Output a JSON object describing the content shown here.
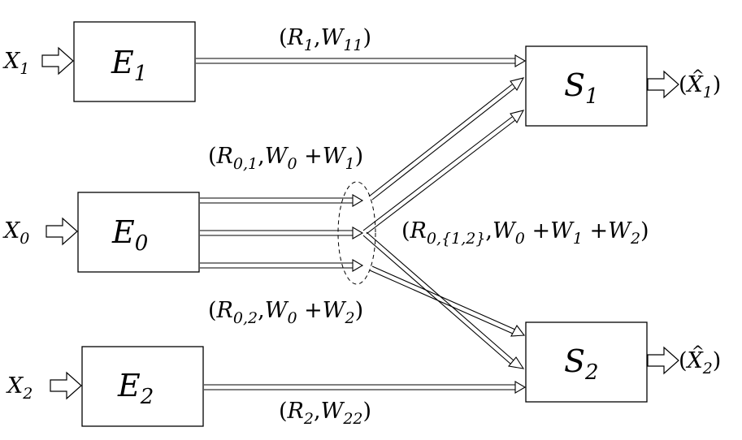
{
  "encoders": {
    "e1": {
      "label": "E",
      "sub": "1"
    },
    "e0": {
      "label": "E",
      "sub": "0"
    },
    "e2": {
      "label": "E",
      "sub": "2"
    }
  },
  "decoders": {
    "s1": {
      "label": "S",
      "sub": "1"
    },
    "s2": {
      "label": "S",
      "sub": "2"
    }
  },
  "inputs": {
    "x1": {
      "label": "X",
      "sub": "1"
    },
    "x0": {
      "label": "X",
      "sub": "0"
    },
    "x2": {
      "label": "X",
      "sub": "2"
    }
  },
  "outputs": {
    "o1": {
      "open": "(",
      "label": "X",
      "hat": "^",
      "sub": "1",
      "close": ")"
    },
    "o2": {
      "open": "(",
      "label": "X",
      "hat": "^",
      "sub": "2",
      "close": ")"
    }
  },
  "rates": {
    "r1": {
      "open": "(",
      "r": "R",
      "rsub": "1",
      "comma": ",",
      "w": "W",
      "wsub": "11",
      "close": ")"
    },
    "r01": {
      "open": "(",
      "r": "R",
      "rsub": "0,1",
      "comma": ",",
      "w": "W",
      "wsub": "0",
      "plus1": " +",
      "w2": "W",
      "w2sub": "1",
      "close": ")"
    },
    "r012": {
      "open": "(",
      "r": "R",
      "rsub": "0,{1,2}",
      "comma": ",",
      "w": "W",
      "wsub": "0",
      "plus1": " +",
      "w2": "W",
      "w2sub": "1",
      "plus2": " +",
      "w3": "W",
      "w3sub": "2",
      "close": ")"
    },
    "r02": {
      "open": "(",
      "r": "R",
      "rsub": "0,2",
      "comma": ",",
      "w": "W",
      "wsub": "0",
      "plus1": " +",
      "w2": "W",
      "w2sub": "2",
      "close": ")"
    },
    "r2": {
      "open": "(",
      "r": "R",
      "rsub": "2",
      "comma": ",",
      "w": "W",
      "wsub": "22",
      "close": ")"
    }
  }
}
